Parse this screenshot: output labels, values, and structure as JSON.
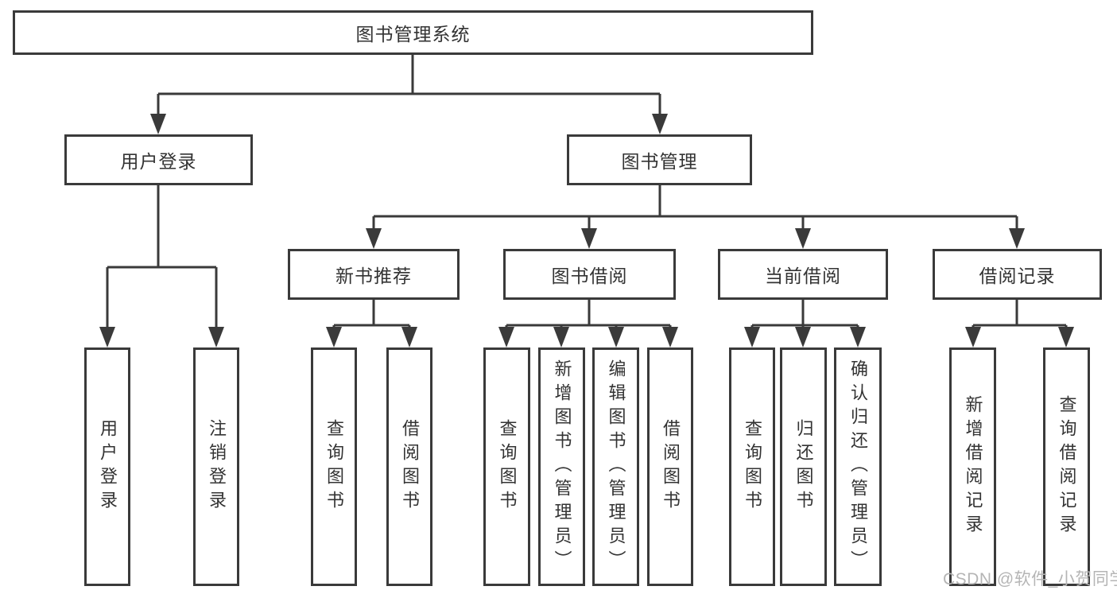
{
  "diagram": {
    "title": "图书管理系统",
    "branches": [
      {
        "label": "用户登录",
        "leaves": [
          "用户登录",
          "注销登录"
        ]
      },
      {
        "label": "图书管理",
        "groups": [
          {
            "label": "新书推荐",
            "leaves": [
              "查询图书",
              "借阅图书"
            ]
          },
          {
            "label": "图书借阅",
            "leaves": [
              "查询图书",
              "新增图书（管理员）",
              "编辑图书（管理员）",
              "借阅图书"
            ]
          },
          {
            "label": "当前借阅",
            "leaves": [
              "查询图书",
              "归还图书",
              "确认归还（管理员）"
            ]
          },
          {
            "label": "借阅记录",
            "leaves": [
              "新增借阅记录",
              "查询借阅记录"
            ]
          }
        ]
      }
    ]
  },
  "watermark": {
    "text": "CSDN @软件_小贺同学"
  },
  "colors": {
    "line": "#3a3a3a",
    "text": "#333333",
    "box_background": "#ffffff",
    "watermark": "#b5b5b5"
  }
}
